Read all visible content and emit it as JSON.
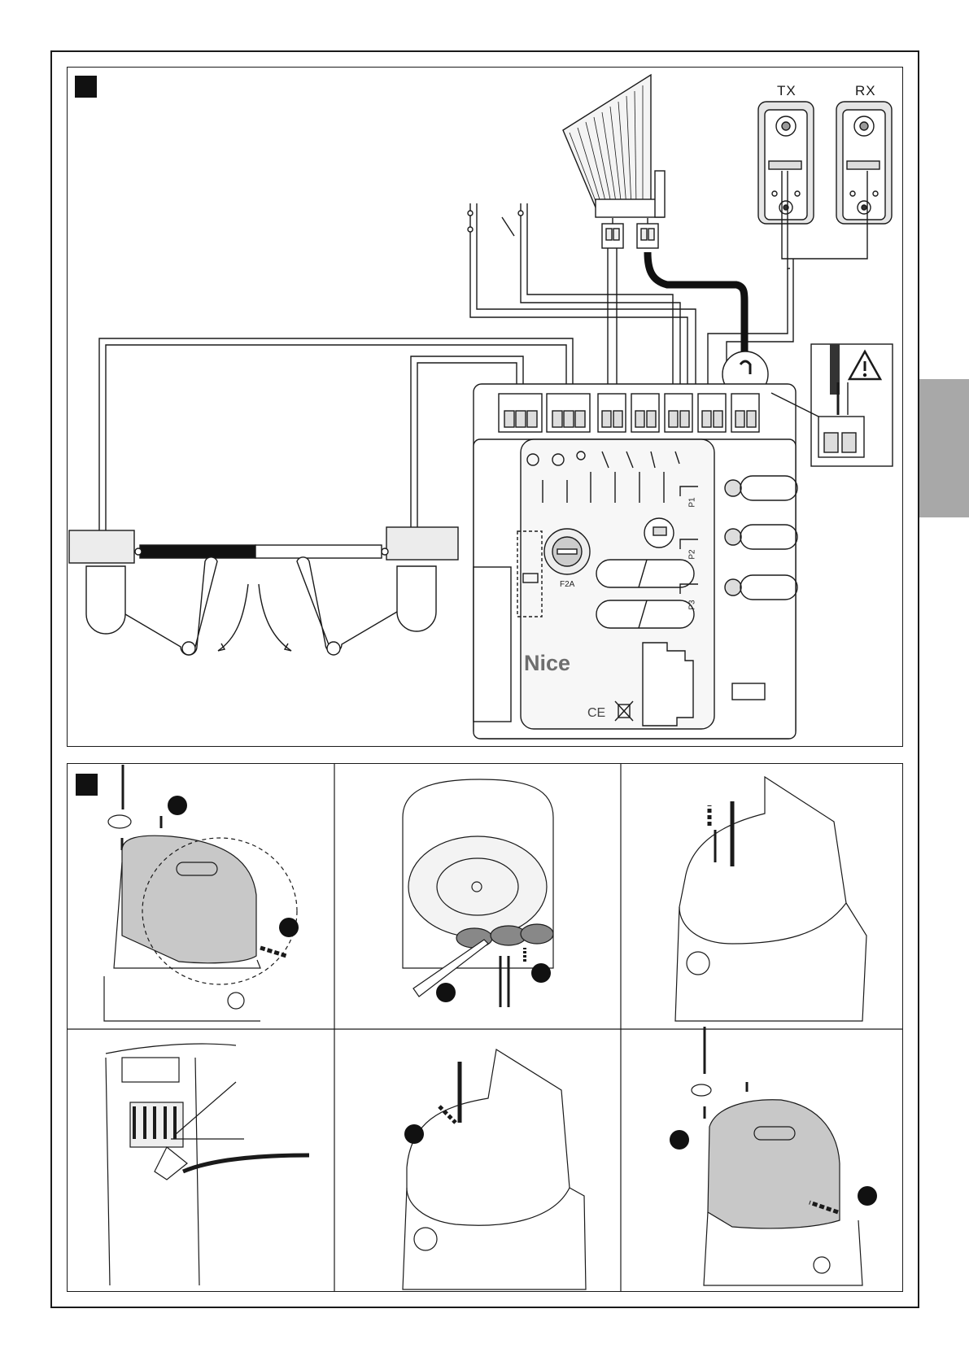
{
  "figure1": {
    "photocell_tx_label": "TX",
    "photocell_rx_label": "RX",
    "fuse_label": "F2A",
    "brand_label": "Nice",
    "ce_mark": "CE",
    "button_labels": [
      "P1",
      "P2",
      "P3"
    ]
  },
  "figure2": {
    "step_panels": 6
  },
  "colors": {
    "line": "#1a1a1a",
    "side_tab": "#a8a8a8",
    "cover_fill": "#c8c8c8",
    "panel_fill": "#f2f2f2"
  },
  "icons": [
    "flashing-light-icon",
    "photocell-icon",
    "gate-leaf-icon",
    "motor-icon",
    "screwdriver-icon",
    "warning-triangle-icon",
    "antenna-icon",
    "remote-icon",
    "battery-icon",
    "weee-icon"
  ]
}
